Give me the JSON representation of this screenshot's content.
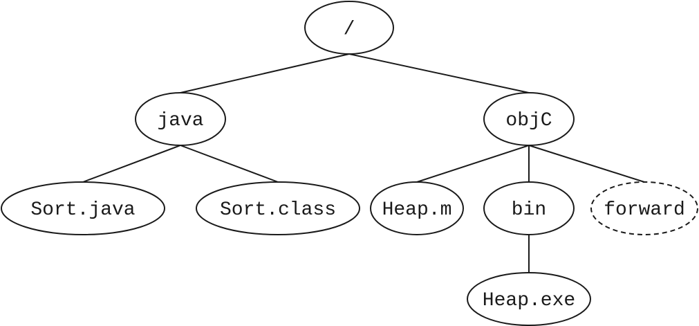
{
  "tree": {
    "nodes": [
      {
        "id": "root",
        "label": "/",
        "style": "solid"
      },
      {
        "id": "java",
        "label": "java",
        "style": "solid"
      },
      {
        "id": "objc",
        "label": "objC",
        "style": "solid"
      },
      {
        "id": "sort-java",
        "label": "Sort.java",
        "style": "solid"
      },
      {
        "id": "sort-class",
        "label": "Sort.class",
        "style": "solid"
      },
      {
        "id": "heap-m",
        "label": "Heap.m",
        "style": "solid"
      },
      {
        "id": "bin",
        "label": "bin",
        "style": "solid"
      },
      {
        "id": "forward",
        "label": "forward",
        "style": "dashed"
      },
      {
        "id": "heap-exe",
        "label": "Heap.exe",
        "style": "solid"
      }
    ],
    "edges": [
      {
        "from": "root",
        "to": "java"
      },
      {
        "from": "root",
        "to": "objc"
      },
      {
        "from": "java",
        "to": "sort-java"
      },
      {
        "from": "java",
        "to": "sort-class"
      },
      {
        "from": "objc",
        "to": "heap-m"
      },
      {
        "from": "objc",
        "to": "bin"
      },
      {
        "from": "objc",
        "to": "forward"
      },
      {
        "from": "bin",
        "to": "heap-exe"
      }
    ]
  }
}
